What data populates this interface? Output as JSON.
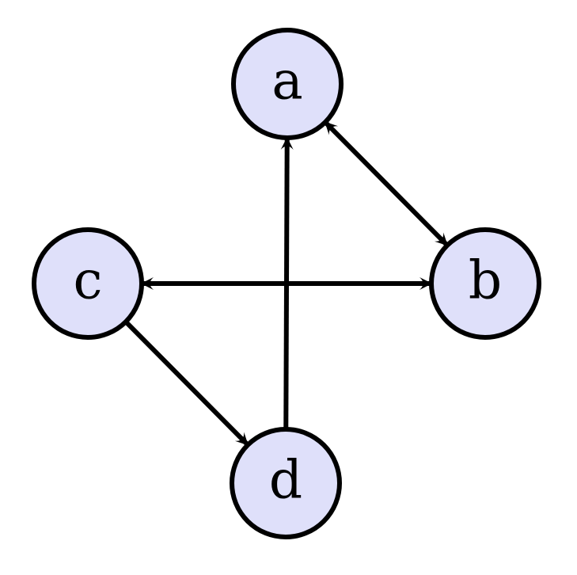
{
  "colors": {
    "node_fill": "#dfe0fa",
    "stroke": "#000000",
    "background": "#ffffff"
  },
  "nodes": [
    {
      "id": "a",
      "label": "a"
    },
    {
      "id": "b",
      "label": "b"
    },
    {
      "id": "c",
      "label": "c"
    },
    {
      "id": "d",
      "label": "d"
    }
  ],
  "edges": [
    {
      "from": "a",
      "to": "b",
      "direction": "both"
    },
    {
      "from": "c",
      "to": "b",
      "direction": "both"
    },
    {
      "from": "d",
      "to": "a",
      "direction": "forward"
    },
    {
      "from": "c",
      "to": "d",
      "direction": "forward"
    }
  ]
}
